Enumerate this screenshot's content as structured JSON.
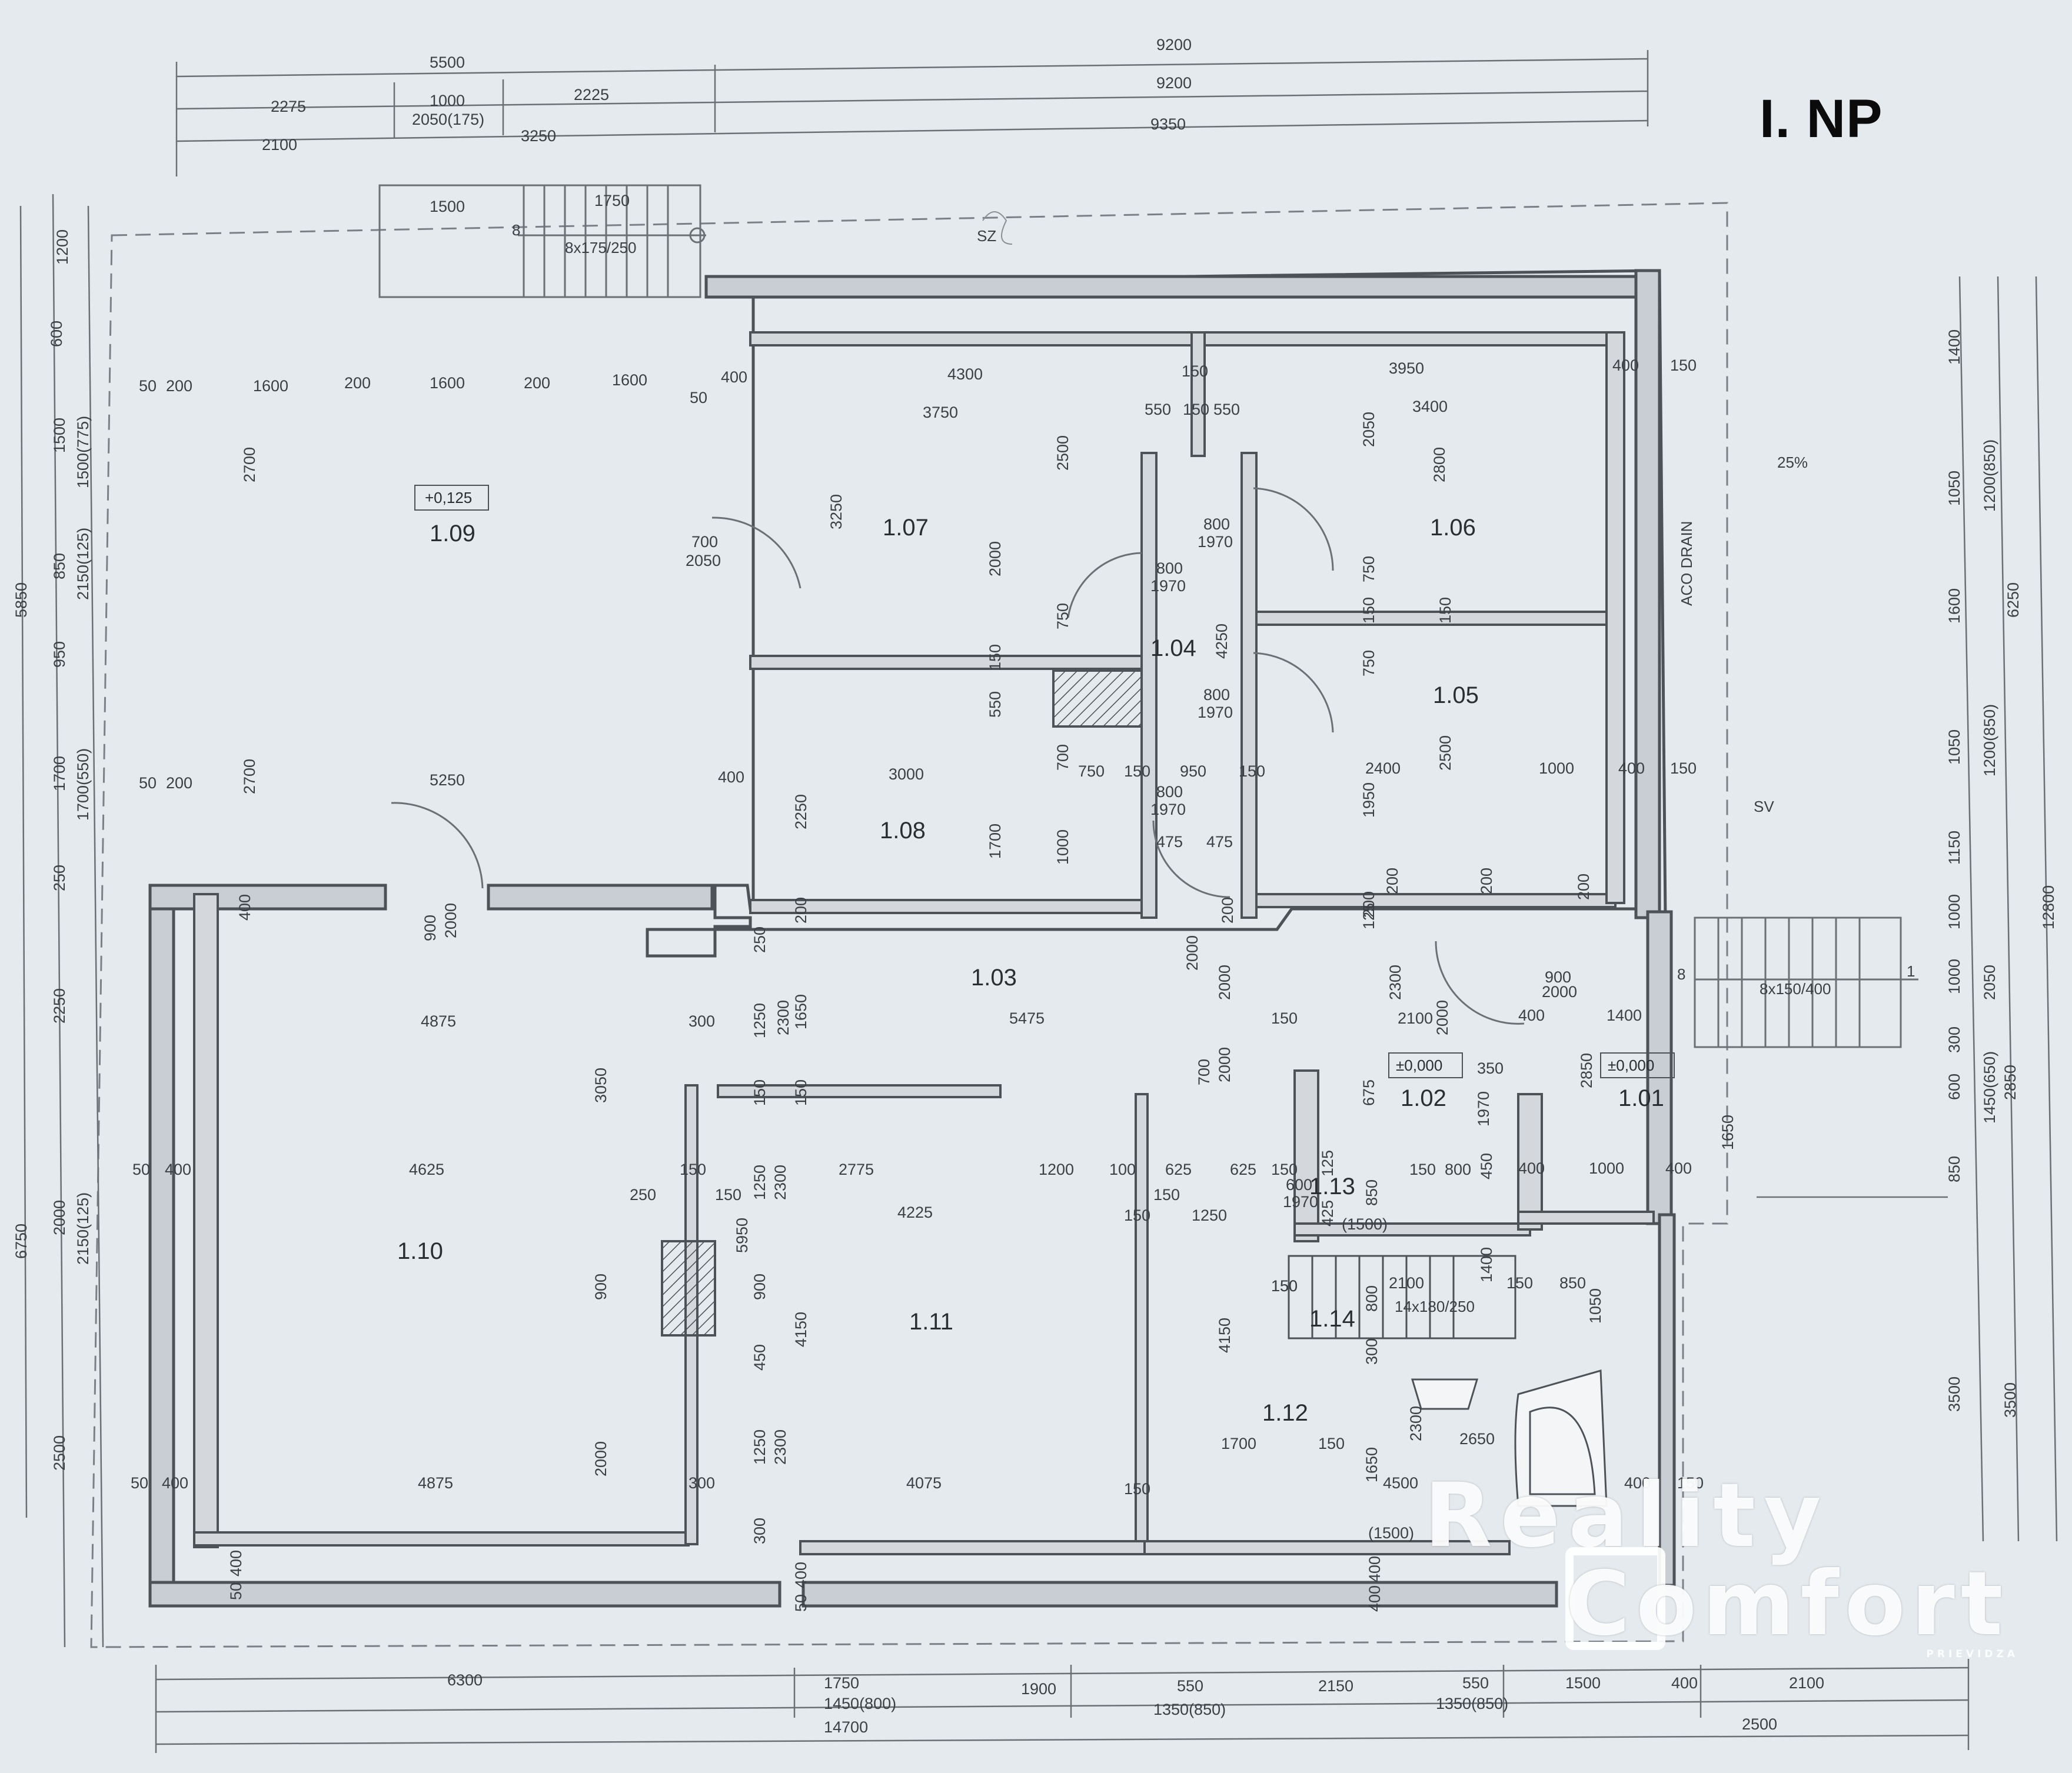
{
  "floor_title": "I. NP",
  "colors": {
    "paper": "#e9edf1",
    "wall": "#5e646b",
    "line": "#6b7077",
    "ink": "#2a2d32"
  },
  "watermark": {
    "line1": "Reality",
    "line2": "Comfort",
    "sub": "PRIEVIDZA"
  },
  "rooms": {
    "r109": "1.09",
    "r107": "1.07",
    "r106": "1.06",
    "r105": "1.05",
    "r104": "1.04",
    "r108": "1.08",
    "r103": "1.03",
    "r110": "1.10",
    "r111": "1.11",
    "r112": "1.12",
    "r102": "1.02",
    "r101": "1.01",
    "r113": "1.13",
    "r114": "1.14"
  },
  "levels": {
    "l109": "+0,125",
    "l102": "±0,000",
    "l101": "±0,000"
  },
  "notes": {
    "sz": "SZ",
    "sv": "SV",
    "drain": "ACO DRAIN",
    "slope": "25%",
    "stair_top": "8x175/250",
    "stair_right": "8x150/400",
    "stair_inner": "14x180/250",
    "stair_top_n": "8",
    "stair_right_n": "8",
    "stair_right_1": "1"
  },
  "dims_top": {
    "a1": "5500",
    "a2": "9200",
    "b1": "2275",
    "b2": "1000",
    "b3": "2225",
    "b4": "9200",
    "c0": "2050(175)",
    "c1": "2100",
    "c2": "3250",
    "c3": "9350",
    "d1": "1500",
    "d2": "1750"
  },
  "dims_bottom": {
    "e1": "6300",
    "e2": "1750",
    "e3": "1900",
    "e4": "550",
    "e5": "2150",
    "e6": "550",
    "e7": "1500",
    "e8": "400",
    "e9": "2100",
    "f1": "1450(800)",
    "f2": "1350(850)",
    "f3": "1350(850)",
    "g1": "14700",
    "g2": "2500"
  },
  "dims_left": {
    "l1": "1200",
    "l2": "600",
    "l3": "1500",
    "l4": "1500(775)",
    "l5": "850",
    "l6": "2150(125)",
    "l7": "5850",
    "l8": "950",
    "l9": "1700",
    "l10": "1700(550)",
    "l11": "250",
    "l12": "2250",
    "l13": "2000",
    "l14": "2150(125)",
    "l15": "6750",
    "l16": "2500"
  },
  "dims_right": {
    "r1": "1400",
    "r2": "1050",
    "r3": "1200(850)",
    "r4": "1600",
    "r5": "6250",
    "r6": "1050",
    "r7": "1200(850)",
    "r8": "1150",
    "r9": "1000",
    "r10": "12800",
    "r11": "1000",
    "r12": "2050",
    "r13": "300",
    "r14": "600",
    "r15": "1450(650)",
    "r16": "2850",
    "r17": "850",
    "r18": "3500",
    "r19": "3500"
  },
  "dims_inner": {
    "i1": "50",
    "i2": "200",
    "i3": "1600",
    "i4": "200",
    "i5": "1600",
    "i6": "200",
    "i7": "1600",
    "i8": "50",
    "i9": "400",
    "i10": "4300",
    "i11": "150",
    "i12": "3950",
    "i13": "400",
    "i14": "150",
    "i15": "3750",
    "i16": "550",
    "i17": "150",
    "i18": "550",
    "i19": "3400",
    "i20": "2700",
    "i21": "3250",
    "i22": "2500",
    "i23": "2050",
    "i24": "2800",
    "i25": "700",
    "i26": "2050",
    "i27": "800",
    "i28": "1970",
    "i29": "800",
    "i30": "1970",
    "i31": "2000",
    "i32": "750",
    "i33": "750",
    "i34": "750",
    "i35": "4250",
    "i36": "150",
    "i37": "150",
    "i38": "800",
    "i39": "1970",
    "i40": "550",
    "i41": "150",
    "i42": "50",
    "i43": "200",
    "i44": "5250",
    "i45": "400",
    "i46": "3000",
    "i47": "700",
    "i48": "750",
    "i49": "150",
    "i50": "950",
    "i51": "150",
    "i52": "2400",
    "i53": "1000",
    "i54": "400",
    "i55": "150",
    "i56": "2250",
    "i57": "800",
    "i58": "1970",
    "i59": "1700",
    "i60": "2700",
    "i61": "2500",
    "i62": "1950",
    "i63": "1000",
    "i64": "475",
    "i65": "475",
    "i66": "200",
    "i67": "200",
    "i68": "200",
    "i69": "200",
    "i70": "200",
    "i71": "400",
    "i72": "900",
    "i73": "2000",
    "i74": "250",
    "i75": "2000",
    "i76": "125",
    "i77": "200",
    "i78": "2300",
    "i79": "900",
    "i80": "2000",
    "i81": "4875",
    "i82": "300",
    "i83": "1250",
    "i84": "2300",
    "i85": "1650",
    "i86": "5475",
    "i87": "150",
    "i88": "2100",
    "i89": "2000",
    "i90": "400",
    "i91": "1400",
    "i92": "3050",
    "i93": "150",
    "i94": "150",
    "i95": "700",
    "i96": "2000",
    "i97": "675",
    "i98": "350",
    "i99": "2850",
    "i100": "1970",
    "i101": "1650",
    "i102": "50",
    "i103": "400",
    "i104": "4625",
    "i105": "150",
    "i106": "1250",
    "i107": "2775",
    "i108": "1200",
    "i109": "100",
    "i110": "625",
    "i111": "625",
    "i112": "150",
    "i113": "125",
    "i114": "150",
    "i115": "800",
    "i116": "450",
    "i117": "400",
    "i118": "1000",
    "i119": "400",
    "i120": "250",
    "i121": "150",
    "i122": "2300",
    "i123": "4225",
    "i124": "150",
    "i125": "150",
    "i126": "1250",
    "i127": "600",
    "i128": "1970",
    "i129": "425",
    "i130": "850",
    "i131": "(1500)",
    "i132": "150",
    "i133": "5950",
    "i134": "900",
    "i135": "900",
    "i136": "4150",
    "i137": "150",
    "i138": "2100",
    "i139": "1400",
    "i140": "150",
    "i141": "850",
    "i142": "1050",
    "i143": "800",
    "i144": "4150",
    "i145": "450",
    "i146": "300",
    "i147": "1250",
    "i148": "2300",
    "i149": "2000",
    "i150": "1700",
    "i151": "150",
    "i152": "2300",
    "i153": "2650",
    "i154": "1650",
    "i155": "4500",
    "i156": "400",
    "i157": "150",
    "i158": "50",
    "i159": "400",
    "i160": "4875",
    "i161": "300",
    "i162": "4075",
    "i163": "150",
    "i164": "300",
    "i165": "(1500)",
    "i166": "400",
    "i167": "400",
    "i168": "50",
    "i169": "400",
    "i170": "50",
    "i171": "400",
    "i172": "2000"
  }
}
